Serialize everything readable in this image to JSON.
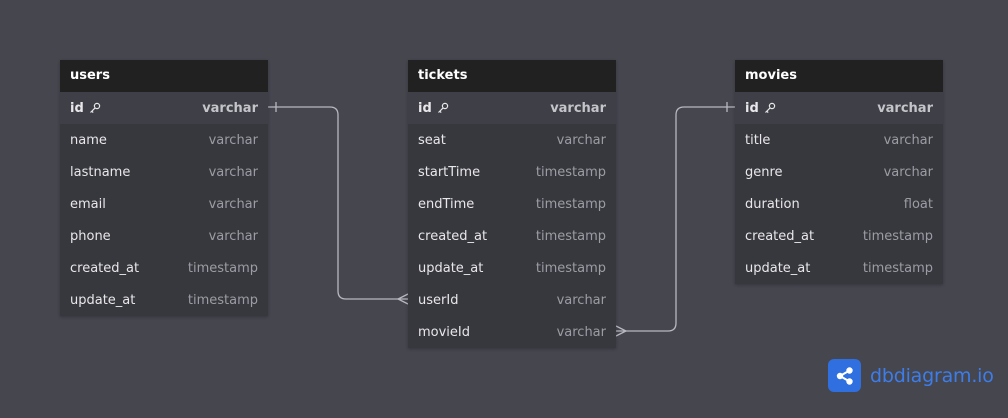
{
  "tables": [
    {
      "name": "users",
      "columns": [
        {
          "name": "id",
          "type": "varchar",
          "pk": true
        },
        {
          "name": "name",
          "type": "varchar"
        },
        {
          "name": "lastname",
          "type": "varchar"
        },
        {
          "name": "email",
          "type": "varchar"
        },
        {
          "name": "phone",
          "type": "varchar"
        },
        {
          "name": "created_at",
          "type": "timestamp"
        },
        {
          "name": "update_at",
          "type": "timestamp"
        }
      ]
    },
    {
      "name": "tickets",
      "columns": [
        {
          "name": "id",
          "type": "varchar",
          "pk": true
        },
        {
          "name": "seat",
          "type": "varchar"
        },
        {
          "name": "startTime",
          "type": "timestamp"
        },
        {
          "name": "endTime",
          "type": "timestamp"
        },
        {
          "name": "created_at",
          "type": "timestamp"
        },
        {
          "name": "update_at",
          "type": "timestamp"
        },
        {
          "name": "userId",
          "type": "varchar"
        },
        {
          "name": "movieId",
          "type": "varchar"
        }
      ]
    },
    {
      "name": "movies",
      "columns": [
        {
          "name": "id",
          "type": "varchar",
          "pk": true
        },
        {
          "name": "title",
          "type": "varchar"
        },
        {
          "name": "genre",
          "type": "varchar"
        },
        {
          "name": "duration",
          "type": "float"
        },
        {
          "name": "created_at",
          "type": "timestamp"
        },
        {
          "name": "update_at",
          "type": "timestamp"
        }
      ]
    }
  ],
  "relationships": [
    {
      "from": "users.id",
      "to": "tickets.userId",
      "type": "one-to-many"
    },
    {
      "from": "movies.id",
      "to": "tickets.movieId",
      "type": "one-to-many"
    }
  ],
  "brand": {
    "text": "dbdiagram.io",
    "icon": "share-icon"
  },
  "colors": {
    "background": "#46464f",
    "table_header": "#212121",
    "table_body": "#37373e",
    "connector": "#b8b8c0",
    "brand": "#2f6fe0"
  }
}
